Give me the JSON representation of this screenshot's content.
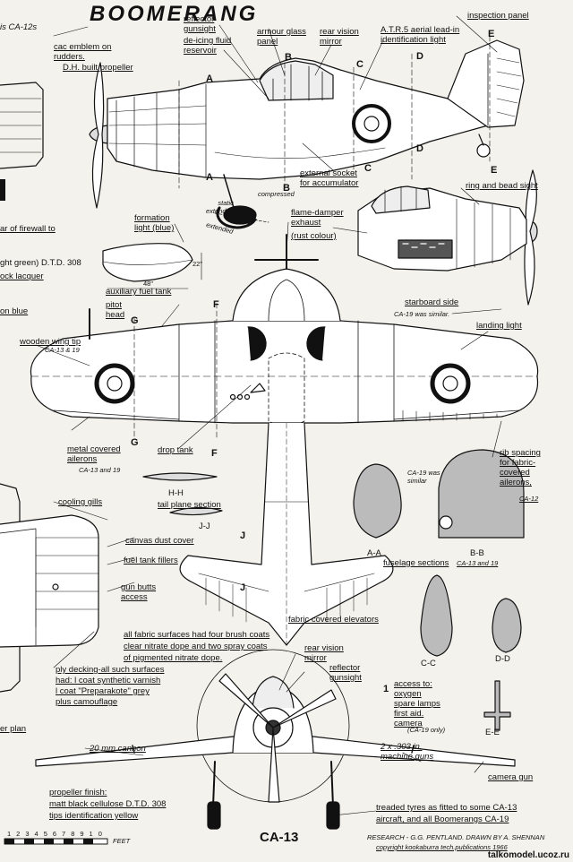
{
  "title": "BOOMERANG",
  "model": "CA-13",
  "watermark": "talkomodel.ucoz.ru",
  "scale_unit": "FEET",
  "scale_ticks": [
    "1",
    "2",
    "3",
    "4",
    "5",
    "6",
    "7",
    "8",
    "9",
    "10"
  ],
  "labels": {
    "ca12s": "is CA-12s",
    "cac_emblem": "cac emblem on",
    "rudders": "rudders.",
    "dh_prop": "D.H. built propeller",
    "reflector_gunsight_top": "reflector\ngunsight",
    "deicing": "de-icing fluid\nreservoir",
    "armour_glass": "armour glass\npanel",
    "rear_vision_top": "rear vision\nmirror",
    "atr5": "A.T.R.5 aerial lead-in\nidentification light",
    "inspection_panel": "inspection panel",
    "external_socket": "external socket\nfor accumulator",
    "static_ext": "static\nextended",
    "compressed": "compressed",
    "extended": "extended",
    "formation_light": "formation\nlight (blue)",
    "flame_damper": "flame-damper\nexhaust",
    "rust_colour": "(rust colour)",
    "ring_bead": "ring and bead sight",
    "dim_22": "22\"",
    "dim_48": "48\"",
    "aux_tank": "auxiliary fuel tank",
    "firewall": "ar of firewall to",
    "dtd308_left": "ght green) D.T.D. 308",
    "lacquer": "ock lacquer",
    "on_blue": "on blue",
    "wooden_tip": "wooden wing tip",
    "ca1319_a": "CA-13 & 19",
    "pitot": "pitot\nhead",
    "starboard": "starboard side",
    "ca19_similar_a": "CA-19 was similar.",
    "landing_light": "landing light",
    "metal_ailerons": "metal covered\nailerons",
    "ca13and19_a": "CA-13 and 19",
    "drop_tank": "drop tank",
    "rib_spacing": "rib spacing\nfor fabric-\ncovered\nailerons,",
    "ca12_rib": "CA-12",
    "ca19_similar_b": "CA-19 was\nsimilar",
    "cooling_gills": "cooling gills",
    "hh": "H-H",
    "tail_section": "tail plane section",
    "jj": "J-J",
    "canvas_cover": "canvas dust cover",
    "fuel_fillers": "fuel tank fillers",
    "gun_butts": "gun butts\naccess",
    "fabric_elevators": "fabric covered elevators",
    "fabric_surfaces": "all fabric surfaces had four brush coats\nclear nitrate dope and two spray coats\nof pigmented nitrate dope.",
    "aa": "A-A",
    "bb": "B-B",
    "fuselage_sections": "fuselage sections",
    "ca13and19_b": "CA-13 and 19",
    "rear_vision_front": "rear vision\nmirror",
    "reflector_front": "reflector\ngunsight",
    "access_to": "access to:\noxygen\nspare lamps\nfirst aid.\ncamera",
    "ca19_only": "(CA-19 only)",
    "ply_decking": "ply decking-all such surfaces\nhad: l coat synthetic varnish\nl coat \"Preparakote\" grey\nplus camouflage",
    "er_plan": "er plan",
    "cannon": "20 mm cannon",
    "mg": "2 x .303 in.\nmachine guns",
    "camera_gun": "camera gun",
    "cc": "C-C",
    "dd": "D-D",
    "ee": "E-E",
    "prop_finish": "propeller finish:\nmatt black cellulose D.T.D. 308\ntips identification yellow",
    "treaded_tyres": "treaded tyres as fitted to some CA-13\naircraft, and all Boomerangs CA-19",
    "research": "RESEARCH - G.G. PENTLAND. DRAWN BY A. SHENNAN",
    "copyright": "copyright kookaburra tech.publications 1966"
  },
  "section_marks": [
    "A",
    "A",
    "B",
    "B",
    "C",
    "C",
    "D",
    "D",
    "E",
    "E",
    "F",
    "F",
    "G",
    "G",
    "J",
    "J",
    "1"
  ]
}
